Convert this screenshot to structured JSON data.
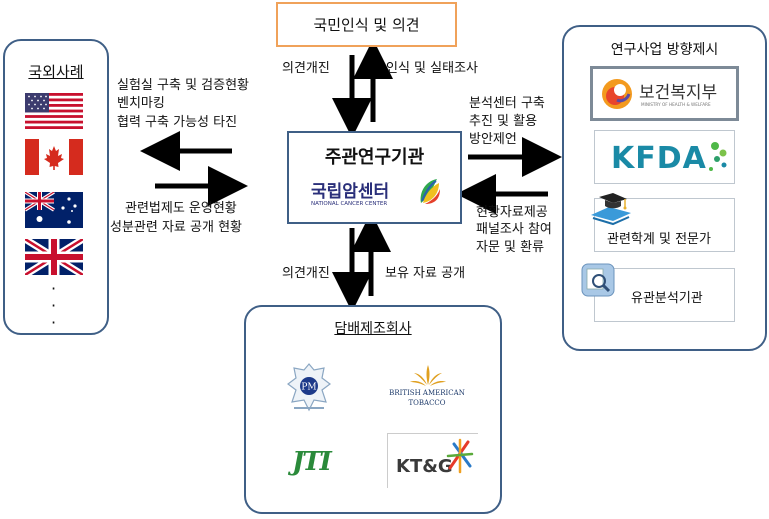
{
  "top_box": {
    "title": "국민인식 및 의견"
  },
  "center_box": {
    "title": "주관연구기관",
    "logo_ko": "국립암센터",
    "logo_en": "NATIONAL CANCER CENTER"
  },
  "left_box": {
    "title": "국외사례",
    "dots": "·"
  },
  "right_box": {
    "title": "연구사업 방향제시",
    "mohw_ko": "보건복지부",
    "mohw_en": "MINISTRY OF HEALTH & WELFARE",
    "kfda": "KFDA",
    "academia": "관련학계 및 전문가",
    "labs": "유관분석기관"
  },
  "bottom_box": {
    "title": "담배제조회사",
    "bat_1": "BRITISH AMERICAN",
    "bat_2": "TOBACCO",
    "jti": "JTI",
    "ktg": "KT&G"
  },
  "arrows": {
    "top_down": "의견개진",
    "top_up": "인식 및 실태조사",
    "left_upper": [
      "실험실 구축 및 검증현황",
      "벤치마킹",
      "협력 구축 가능성 타진"
    ],
    "left_lower": [
      "관련법제도 운영현황",
      "성분관련 자료 공개 현황"
    ],
    "right_upper": [
      "분석센터 구축",
      "추진 및 활용",
      "방안제언"
    ],
    "right_lower": [
      "현황자료제공",
      "패널조사 참여",
      "자문 및 환류"
    ],
    "bottom_down": "의견개진",
    "bottom_up": "보유 자료 공개"
  },
  "colors": {
    "frame": "#3f5f86",
    "top_border": "#f0a25a",
    "arrow": "#000000"
  }
}
